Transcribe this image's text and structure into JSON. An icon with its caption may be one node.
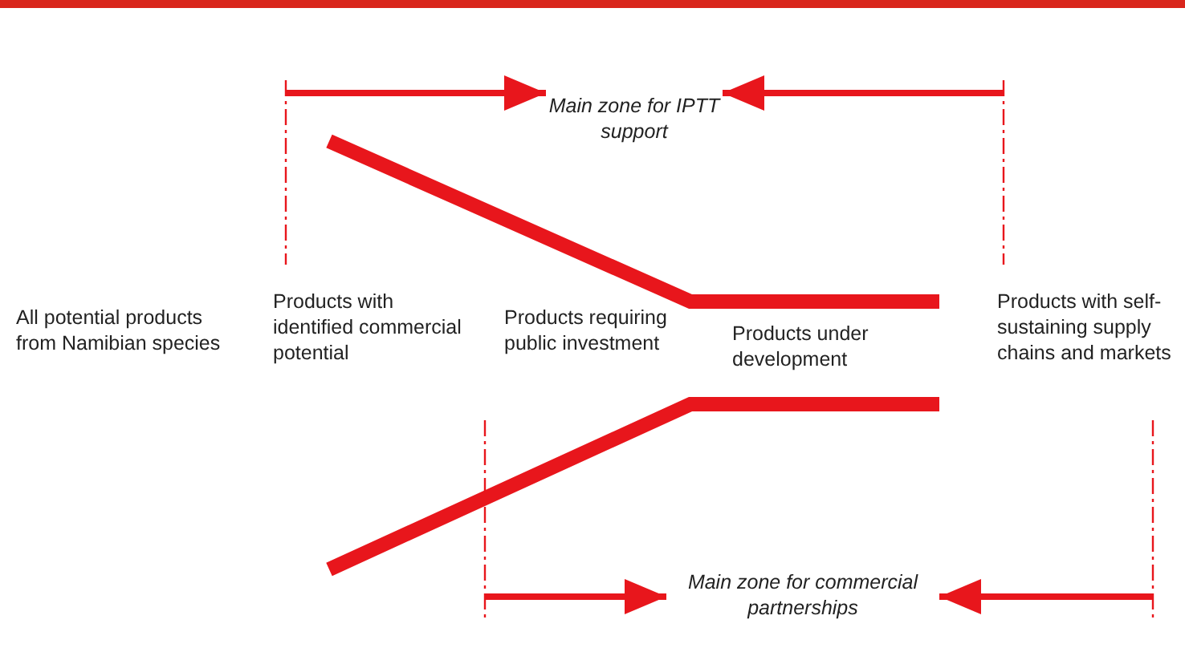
{
  "diagram": {
    "nodes": [
      {
        "text": [
          "Main zone for IPTT support"
        ]
      },
      {
        "text": [
          "All potential products from Namibian species"
        ]
      },
      {
        "text": [
          "Products with identified commercial potential"
        ]
      },
      {
        "text": [
          "Products requiring public investment"
        ]
      },
      {
        "text": [
          "Products under development"
        ]
      },
      {
        "text": [
          "Products with self-sustaining supply chains and markets"
        ]
      },
      {
        "text": [
          "Main zone for commercial partnerships"
        ]
      }
    ],
    "edges": [
      {
        "from": null,
        "to": 0,
        "arrow": "to"
      },
      {
        "from": null,
        "to": 0,
        "arrow": "to"
      },
      {
        "from": null,
        "to": 6,
        "arrow": "to"
      },
      {
        "from": null,
        "to": 6,
        "arrow": "to"
      }
    ]
  }
}
